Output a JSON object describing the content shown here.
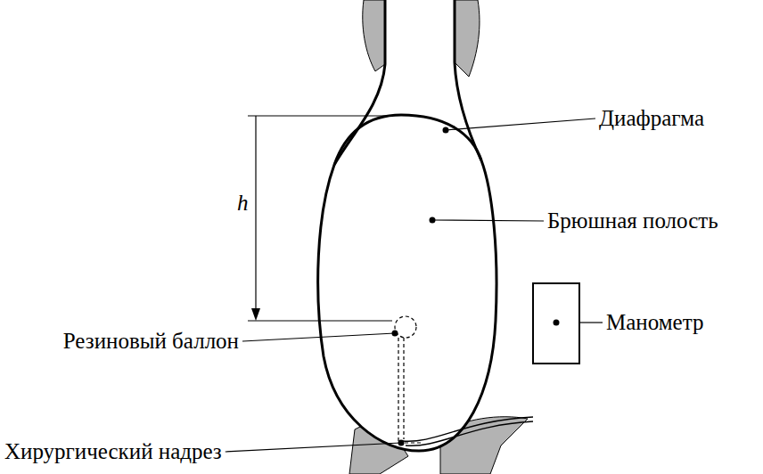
{
  "diagram": {
    "labels": [
      "Диафрагма",
      "h",
      "Брюшная полость",
      "Резиновый баллон",
      "Манометр",
      "Хирургический надрез"
    ]
  }
}
